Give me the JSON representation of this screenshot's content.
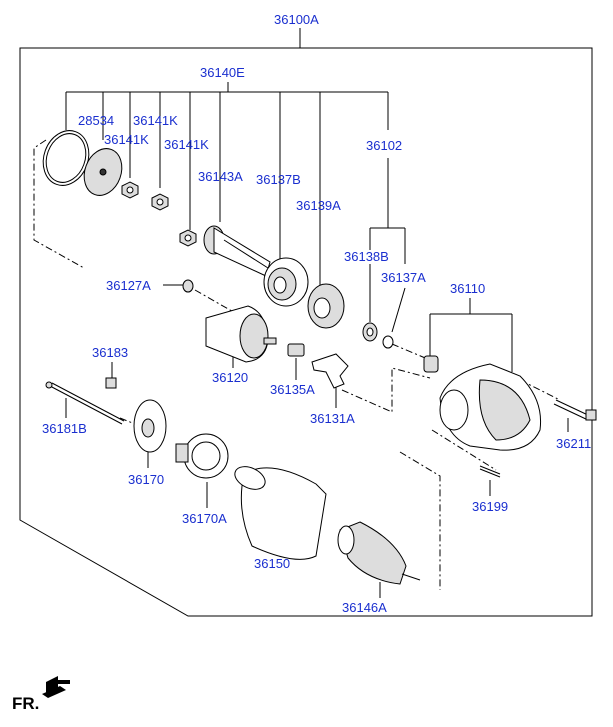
{
  "assembly": {
    "label": "36100A"
  },
  "subassembly": {
    "label": "36140E"
  },
  "labels": {
    "p28534": "28534",
    "p36141K_a": "36141K",
    "p36141K_b": "36141K",
    "p36141K_c": "36141K",
    "p36143A": "36143A",
    "p36137B": "36137B",
    "p36139A": "36139A",
    "p36102": "36102",
    "p36138B": "36138B",
    "p36137A": "36137A",
    "p36110": "36110",
    "p36127A": "36127A",
    "p36120": "36120",
    "p36135A": "36135A",
    "p36131A": "36131A",
    "p36183": "36183",
    "p36181B": "36181B",
    "p36170": "36170",
    "p36170A": "36170A",
    "p36150": "36150",
    "p36146A": "36146A",
    "p36199": "36199",
    "p36211": "36211"
  },
  "direction": {
    "label": "FR."
  },
  "colors": {
    "label_blue": "#1a2fcf",
    "line": "#000000"
  }
}
